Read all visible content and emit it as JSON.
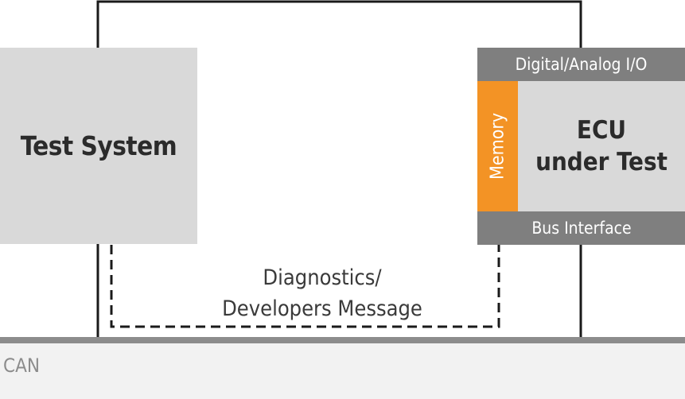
{
  "test_system": {
    "label": "Test System"
  },
  "ecu": {
    "io_label": "Digital/Analog I/O",
    "memory_label": "Memory",
    "title_line1": "ECU",
    "title_line2": "under Test",
    "bus_interface_label": "Bus Interface"
  },
  "message": {
    "line1": "Diagnostics/",
    "line2": "Developers Message"
  },
  "bus": {
    "label": "CAN"
  },
  "colors": {
    "box_fill": "#d9d9d9",
    "interface_fill": "#7f7f7f",
    "memory_fill": "#f39325",
    "bus_line": "#8c8c8c",
    "bus_area": "#f2f2f2",
    "wire": "#1a1a1a"
  }
}
